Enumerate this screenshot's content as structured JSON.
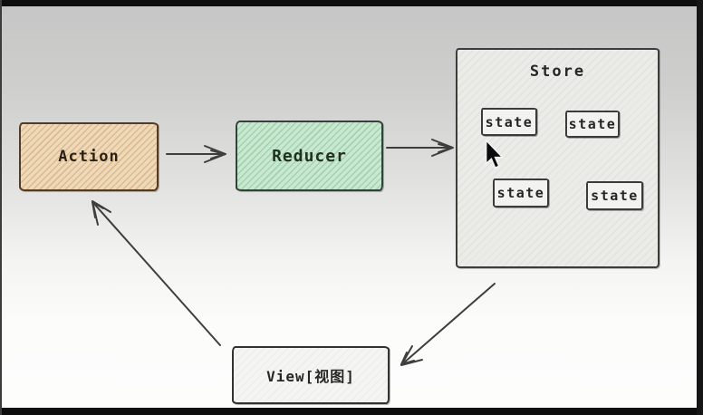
{
  "frame": {
    "letterbox_color": "#0e0e0e",
    "background_top": "#c6c6c6",
    "background_bottom": "#fdfdfc"
  },
  "diagram": {
    "title": "Redux data flow diagram (hand-drawn style)",
    "nodes": {
      "action": {
        "label": "Action",
        "fill": "#eed9ba",
        "hatch": "#c98f54",
        "border": "#533c22"
      },
      "reducer": {
        "label": "Reducer",
        "fill": "#c9e8d0",
        "hatch": "#6ab27e",
        "border": "#33423a"
      },
      "store": {
        "label": "Store",
        "fill": "#ebebe8",
        "border": "#3c3c3c",
        "states": [
          "state",
          "state",
          "state",
          "state"
        ]
      },
      "view": {
        "label": "View[视图]",
        "fill": "#f4f4f2",
        "border": "#323232"
      }
    },
    "edges": [
      {
        "from": "Action",
        "to": "Reducer"
      },
      {
        "from": "Reducer",
        "to": "Store"
      },
      {
        "from": "Store",
        "to": "View[视图]"
      },
      {
        "from": "View[视图]",
        "to": "Action"
      }
    ],
    "cursor": {
      "type": "pointer-arrow",
      "over": "Store"
    }
  }
}
